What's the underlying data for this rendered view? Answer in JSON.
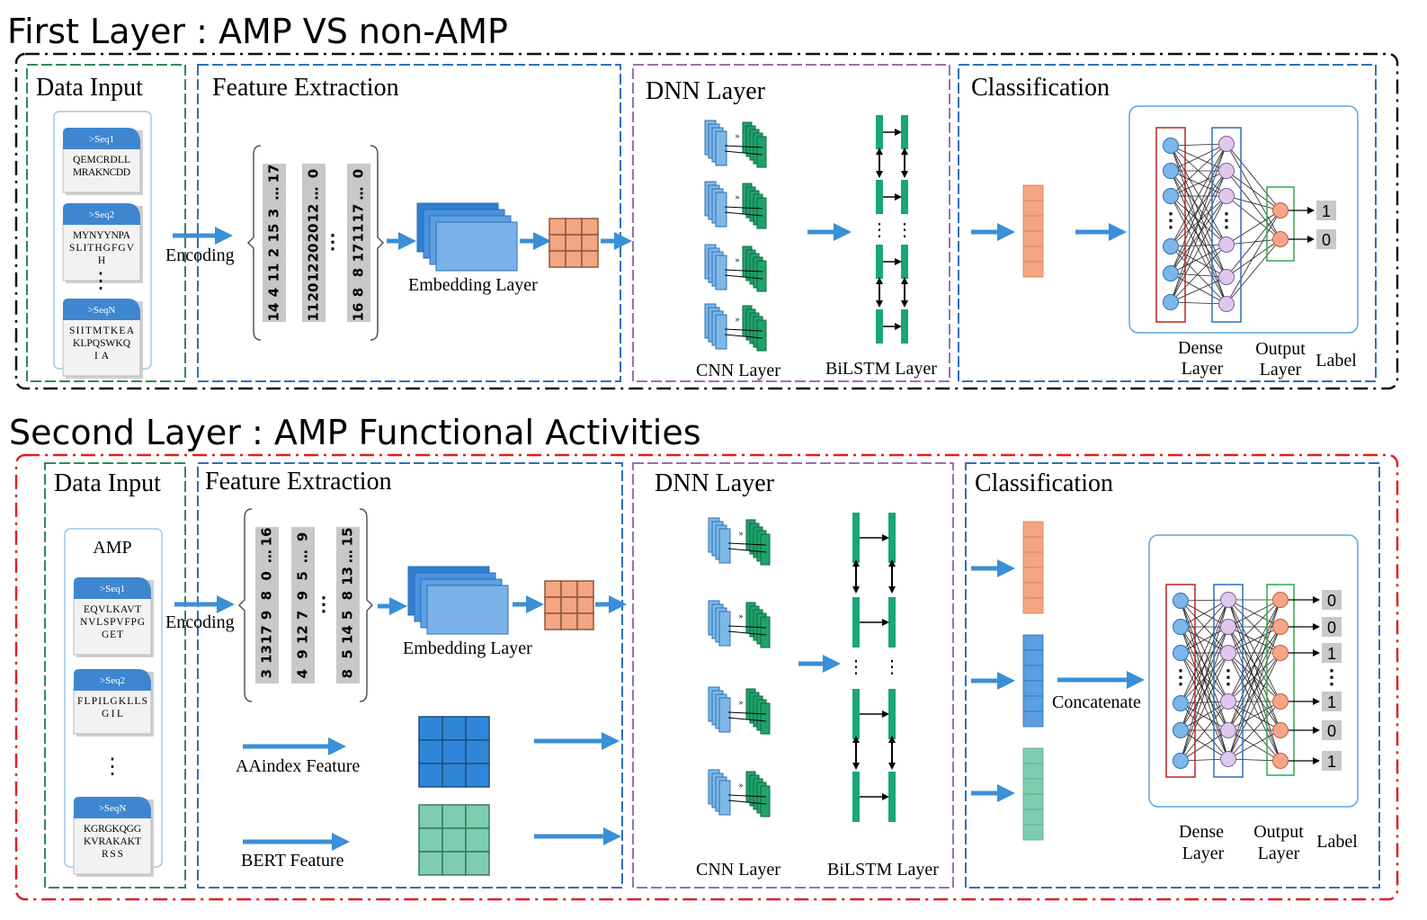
{
  "layer1": {
    "title": "First Layer : AMP VS non-AMP",
    "data_input": "Data Input",
    "feature_extraction": "Feature Extraction",
    "dnn_layer": "DNN Layer",
    "classification": "Classification",
    "sequences": [
      {
        "header": ">Seq1",
        "lines": [
          "QEMCRDLL",
          "MRAKNCDD"
        ]
      },
      {
        "header": ">Seq2",
        "lines": [
          "MYNYYNPA",
          "SLITHGFGV",
          "H"
        ]
      },
      {
        "header": ">SeqN",
        "lines": [
          "SIITMTKEA",
          "KLPQSWKQ",
          "IA"
        ]
      }
    ],
    "encoding": "Encoding",
    "matrix_columns": [
      [
        "14",
        "4",
        "11",
        "2",
        "15",
        "3",
        "…",
        "17"
      ],
      [
        "11",
        "20",
        "12",
        "20",
        "20",
        "12",
        "…",
        "0"
      ],
      [
        "16",
        "8",
        "8",
        "17",
        "11",
        "17",
        "…",
        "0"
      ]
    ],
    "embedding_label": "Embedding Layer",
    "cnn_label": "CNN Layer",
    "bilstm_label": "BiLSTM Layer",
    "dense_label": [
      "Dense",
      "Layer"
    ],
    "output_label": [
      "Output",
      "Layer"
    ],
    "label_label": "Label",
    "labels": [
      "1",
      "0"
    ]
  },
  "layer2": {
    "title": "Second Layer : AMP Functional Activities",
    "data_input": "Data Input",
    "feature_extraction": "Feature Extraction",
    "dnn_layer": "DNN Layer",
    "classification": "Classification",
    "amp_title": "AMP",
    "sequences": [
      {
        "header": ">Seq1",
        "lines": [
          "EQVLKAVT",
          "NVLSPVFPG",
          "GET"
        ]
      },
      {
        "header": ">Seq2",
        "lines": [
          "FLPILGKLLS",
          "GIL"
        ]
      },
      {
        "header": ">SeqN",
        "lines": [
          "KGRGKQGG",
          "KVRAKAKT",
          "RSS"
        ]
      }
    ],
    "encoding": "Encoding",
    "matrix_columns": [
      [
        "3",
        "13",
        "17",
        "9",
        "8",
        "0",
        "…",
        "16"
      ],
      [
        "4",
        "9",
        "12",
        "7",
        "9",
        "5",
        "…",
        "9"
      ],
      [
        "8",
        "5",
        "14",
        "5",
        "8",
        "13",
        "…",
        "15"
      ]
    ],
    "embedding_label": "Embedding Layer",
    "aaindex_label": "AAindex Feature",
    "bert_label": "BERT Feature",
    "cnn_label": "CNN Layer",
    "bilstm_label": "BiLSTM Layer",
    "concatenate_label": "Concatenate",
    "dense_label": [
      "Dense",
      "Layer"
    ],
    "output_label": [
      "Output",
      "Layer"
    ],
    "label_label": "Label",
    "labels": [
      "0",
      "0",
      "1",
      "1",
      "0",
      "1"
    ]
  },
  "colors": {
    "arrow_blue": "#3a8fd6",
    "green_box": "#2e8b57",
    "blue_box": "#2f6fba",
    "purple_box": "#9b6fb0",
    "red_box": "#e02020",
    "orange_cell": "#f4a582",
    "blue_cell": "#2f86d8",
    "teal_cell": "#7fcdb0",
    "cnn_blue": "#7fb8e6",
    "cnn_green": "#1fa36b",
    "lstm_green": "#1aa57a",
    "neuron_blue": "#7db6e8",
    "neuron_purple": "#e0c8ec",
    "neuron_orange": "#f6a58a"
  }
}
